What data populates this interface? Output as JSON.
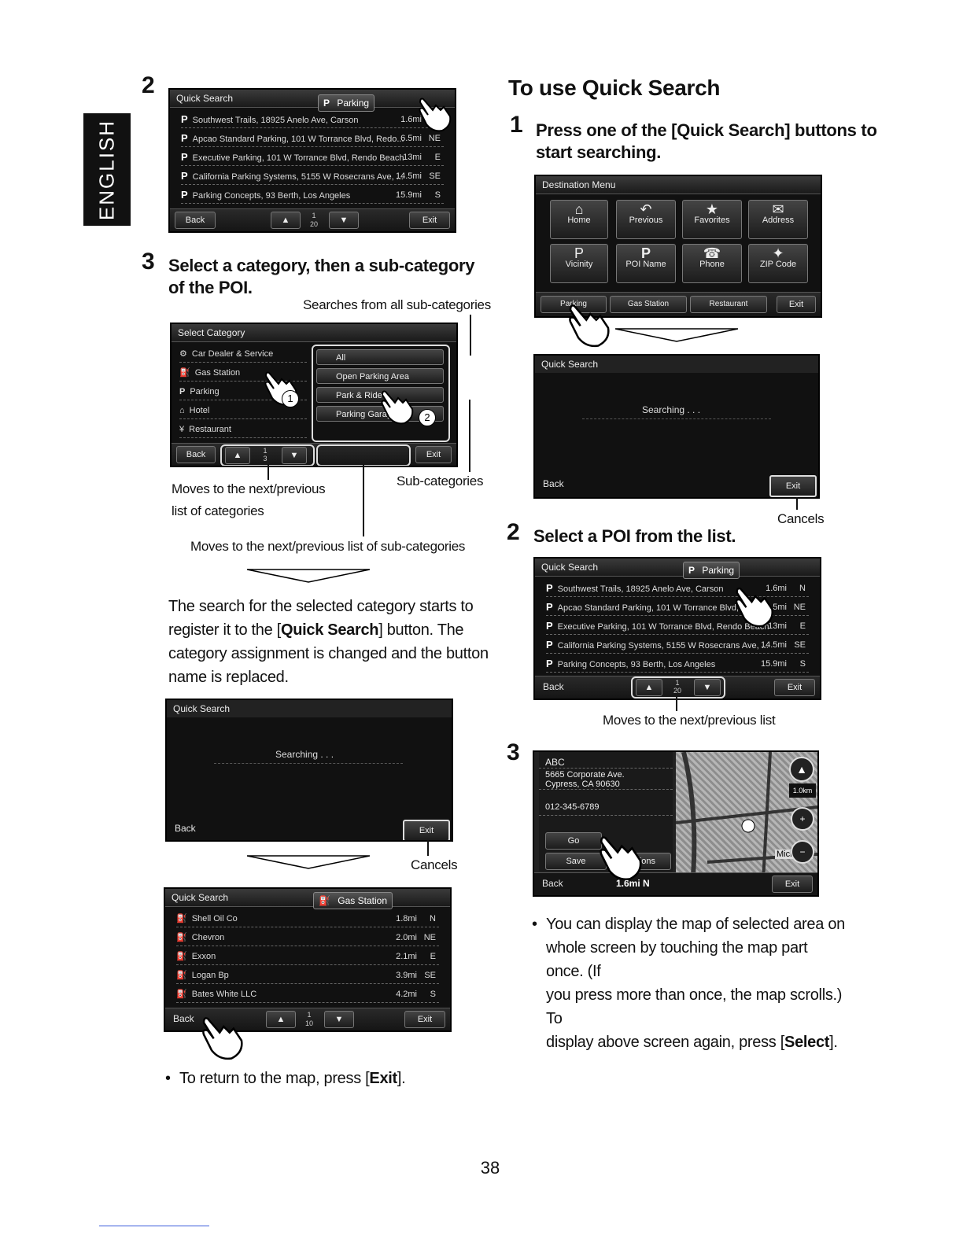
{
  "side_tab": "ENGLISH",
  "left": {
    "step2": {
      "num": "2"
    },
    "step3": {
      "num": "3",
      "text": "Select a category, then a sub-category of the POI."
    },
    "caption_all": "Searches from all sub-categories",
    "caption_moves_categories_1": "Moves to the next/previous",
    "caption_moves_categories_2": "list of categories",
    "caption_subcategories": "Sub-categories",
    "caption_moves_subcategories": "Moves to the next/previous list of sub-categories",
    "para_1": "The search for the selected category starts to",
    "para_2a": "register it to the [",
    "para_2b": "Quick Search",
    "para_2c": "] button. The",
    "para_3": "category assignment is changed and the button",
    "para_4": "name is replaced.",
    "caption_cancels": "Cancels",
    "bullet_a": "To return to the map, press [",
    "bullet_b": "Exit",
    "bullet_c": "]."
  },
  "right": {
    "heading": "To use Quick Search",
    "step1": {
      "num": "1",
      "line1": "Press one of the [Quick Search] buttons to",
      "line2": "start searching."
    },
    "caption_cancels": "Cancels",
    "step2": {
      "num": "2",
      "text": "Select a POI from the list."
    },
    "caption_moves_list": "Moves to the next/previous list",
    "step3": {
      "num": "3"
    },
    "bullet_1": "You can display the map of selected area on",
    "bullet_2": "whole screen by touching the map part once. (If",
    "bullet_3": "you press more than once, the map scrolls.) To",
    "bullet_4a": "display above screen again, press [",
    "bullet_4b": "Select",
    "bullet_4c": "]."
  },
  "screens": {
    "quick_search_parking": {
      "title": "Quick Search",
      "category_icon": "P",
      "category": "Parking",
      "rows": [
        {
          "icon": "P",
          "name": "Southwest Trails, 18925 Anelo Ave, Carson",
          "dist": "1.6mi",
          "dir": "N"
        },
        {
          "icon": "P",
          "name": "Apcao Standard Parking, 101 W Torrance Blvd, Redo...",
          "dist": "6.5mi",
          "dir": "NE"
        },
        {
          "icon": "P",
          "name": "Executive Parking, 101 W Torrance Blvd, Rendo Beach",
          "dist": "13mi",
          "dir": "E"
        },
        {
          "icon": "P",
          "name": "California Parking Systems, 5155 W Rosecrans Ave, ...",
          "dist": "14.5mi",
          "dir": "SE"
        },
        {
          "icon": "P",
          "name": "Parking Concepts, 93 Berth, Los Angeles",
          "dist": "15.9mi",
          "dir": "S"
        }
      ],
      "back": "Back",
      "page": "1",
      "total": "20",
      "exit": "Exit"
    },
    "select_category": {
      "title": "Select Category",
      "categories": [
        "Car Dealer & Service",
        "Gas Station",
        "Parking",
        "Hotel",
        "Restaurant"
      ],
      "subcategories": [
        "All",
        "Open Parking Area",
        "Park & Ride",
        "Parking Garage"
      ],
      "back": "Back",
      "page": "1",
      "total": "3",
      "exit": "Exit",
      "marker1": "1",
      "marker2": "2"
    },
    "searching": {
      "title": "Quick Search",
      "status": "Searching . . .",
      "back": "Back",
      "exit": "Exit"
    },
    "quick_search_gas": {
      "title": "Quick Search",
      "category": "Gas Station",
      "rows": [
        {
          "name": "Shell Oil Co",
          "dist": "1.8mi",
          "dir": "N"
        },
        {
          "name": "Chevron",
          "dist": "2.0mi",
          "dir": "NE"
        },
        {
          "name": "Exxon",
          "dist": "2.1mi",
          "dir": "E"
        },
        {
          "name": "Logan Bp",
          "dist": "3.9mi",
          "dir": "SE"
        },
        {
          "name": "Bates White LLC",
          "dist": "4.2mi",
          "dir": "S"
        }
      ],
      "back": "Back",
      "page": "1",
      "total": "10",
      "exit": "Exit"
    },
    "destination_menu": {
      "title": "Destination Menu",
      "buttons": [
        "Home",
        "Previous",
        "Favorites",
        "Address",
        "Vicinity",
        "POI Name",
        "Phone",
        "ZIP Code"
      ],
      "quick": [
        "Parking",
        "Gas Station",
        "Restaurant"
      ],
      "exit": "Exit"
    },
    "poi_detail": {
      "name": "ABC",
      "address1": "5665 Corporate Ave.",
      "address2": "Cypress, CA 90630",
      "phone": "012-345-6789",
      "go": "Go",
      "save": "Save",
      "options": "Options",
      "back": "Back",
      "distance": "1.6mi",
      "dir": "N",
      "scale": "1.0km",
      "street": "Michigan",
      "exit": "Exit"
    }
  },
  "page_number": "38"
}
